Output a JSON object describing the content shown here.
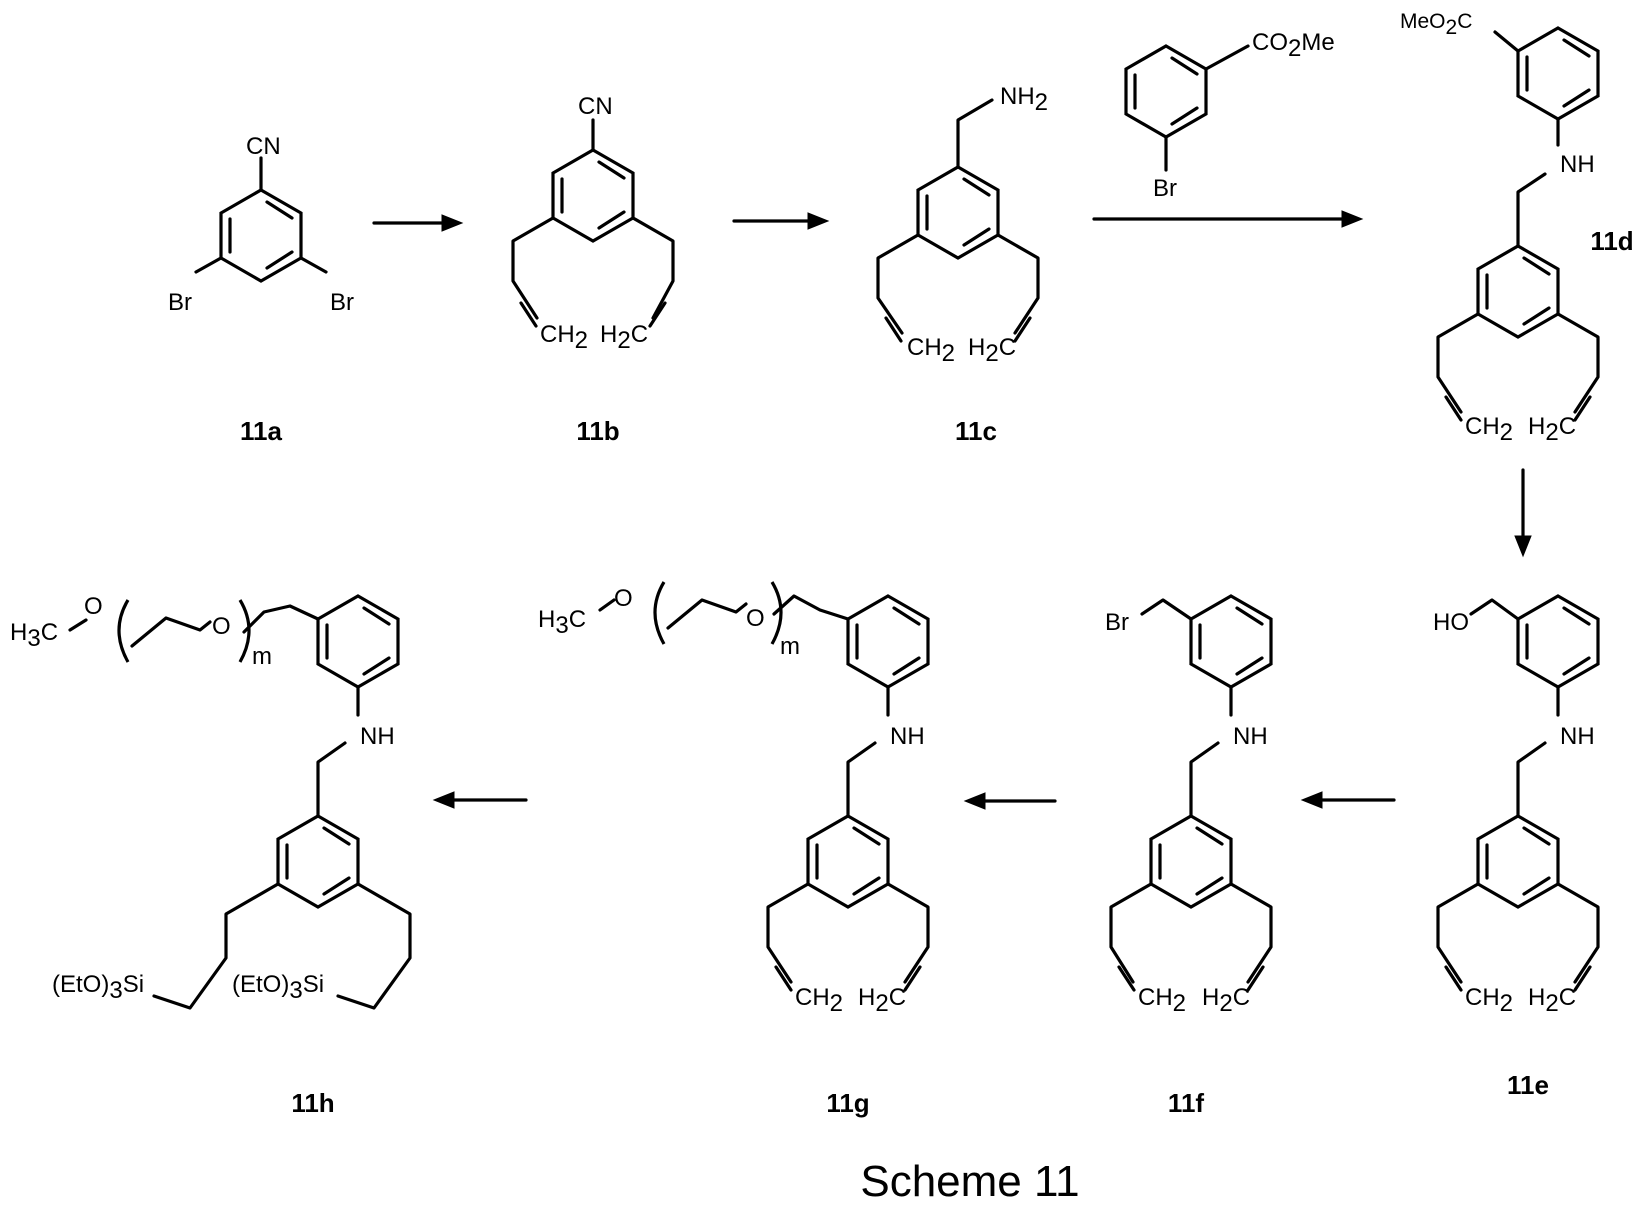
{
  "title": "Scheme 11",
  "compounds": [
    {
      "id": "11a",
      "label": "11a",
      "groups": {
        "top": "CN",
        "left": "Br",
        "right": "Br"
      }
    },
    {
      "id": "11b",
      "label": "11b",
      "groups": {
        "top": "CN",
        "end_left": "CH",
        "end_right": "H",
        "end_sub": "2",
        "end_tail": "C"
      }
    },
    {
      "id": "11c",
      "label": "11c",
      "groups": {
        "top": "NH",
        "top_sub": "2",
        "end_left": "CH",
        "end_right": "H",
        "end_sub": "2",
        "end_tail": "C"
      }
    },
    {
      "id": "11d",
      "label": "11d",
      "groups": {
        "ester": "MeO",
        "ester_sub": "2",
        "ester_tail": "C",
        "nh": "NH",
        "end_left": "CH",
        "end_right": "H",
        "end_sub": "2",
        "end_tail": "C"
      }
    },
    {
      "id": "11e",
      "label": "11e",
      "groups": {
        "top": "HO",
        "nh": "NH",
        "end_left": "CH",
        "end_right": "H",
        "end_sub": "2",
        "end_tail": "C"
      }
    },
    {
      "id": "11f",
      "label": "11f",
      "groups": {
        "top": "Br",
        "nh": "NH",
        "end_left": "CH",
        "end_right": "H",
        "end_sub": "2",
        "end_tail": "C"
      }
    },
    {
      "id": "11g",
      "label": "11g",
      "groups": {
        "methyl": "H",
        "methyl_sub": "3",
        "methyl_tail": "C",
        "o1": "O",
        "o2": "O",
        "repeat": "m",
        "nh": "NH",
        "end_left": "CH",
        "end_right": "H",
        "end_sub": "2",
        "end_tail": "C"
      }
    },
    {
      "id": "11h",
      "label": "11h",
      "groups": {
        "methyl": "H",
        "methyl_sub": "3",
        "methyl_tail": "C",
        "o1": "O",
        "o2": "O",
        "repeat": "m",
        "nh": "NH",
        "silane": "(EtO)",
        "silane_sub": "3",
        "silane_tail": "Si"
      }
    }
  ],
  "reagent": {
    "ester": "CO",
    "ester_sub": "2",
    "ester_tail": "Me",
    "halide": "Br"
  }
}
